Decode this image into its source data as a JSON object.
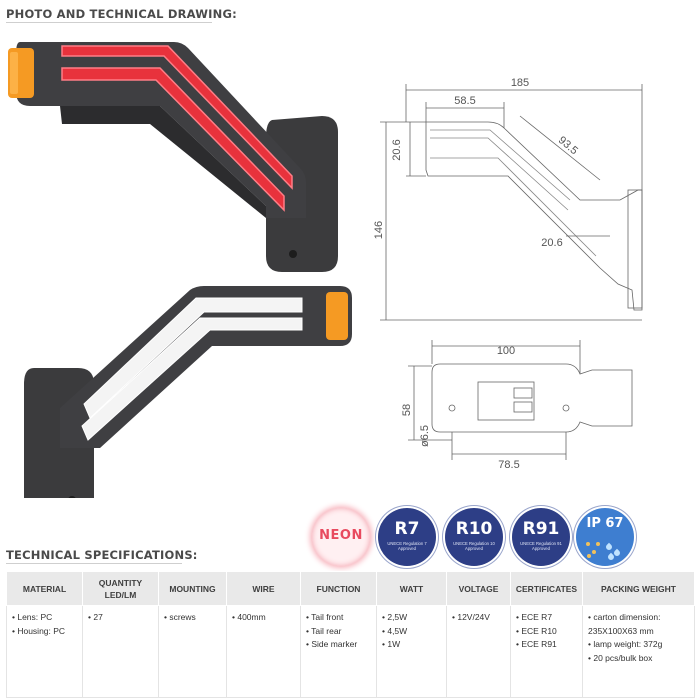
{
  "sections": {
    "photo_title": "PHOTO AND TECHNICAL DRAWING:",
    "specs_title": "TECHNICAL SPECIFICATIONS:"
  },
  "drawing": {
    "dim_185": "185",
    "dim_58_5": "58.5",
    "dim_93_5": "93.5",
    "dim_20_6_left": "20.6",
    "dim_20_6_diag": "20.6",
    "dim_146": "146",
    "dim_100": "100",
    "dim_58": "58",
    "dim_6_5": "ø6.5",
    "dim_78_5": "78.5"
  },
  "badges": {
    "neon": "NEON",
    "r7": "R7",
    "r7_sub": "UNECE Regulation 7 Approved",
    "r10": "R10",
    "r10_sub": "UNECE Regulation 10 Approved",
    "r91": "R91",
    "r91_sub": "UNECE Regulation 91 Approved",
    "ip": "IP 67"
  },
  "colors": {
    "badge_blue": "#2d3e86",
    "ip_blue": "#3e7ed0",
    "neon_red": "#e84a5f",
    "lamp_red": "#e8323c",
    "lamp_amber": "#f59a23",
    "housing": "#3b3b3d"
  },
  "table": {
    "headers": [
      "MATERIAL",
      "QUANTITY LED/LM",
      "MOUNTING",
      "WIRE",
      "FUNCTION",
      "WATT",
      "VOLTAGE",
      "CERTIFICATES",
      "PACKING WEIGHT"
    ],
    "cells": [
      [
        "• Lens: PC",
        "• Housing: PC"
      ],
      [
        "• 27"
      ],
      [
        "• screws"
      ],
      [
        "• 400mm"
      ],
      [
        "• Tail front",
        "• Tail rear",
        "• Side marker"
      ],
      [
        "• 2,5W",
        "• 4,5W",
        "• 1W"
      ],
      [
        "• 12V/24V"
      ],
      [
        "• ECE R7",
        "• ECE R10",
        "• ECE R91"
      ],
      [
        "• carton dimension:",
        "   235X100X63 mm",
        "• lamp weight: 372g",
        "• 20 pcs/bulk box"
      ]
    ]
  }
}
